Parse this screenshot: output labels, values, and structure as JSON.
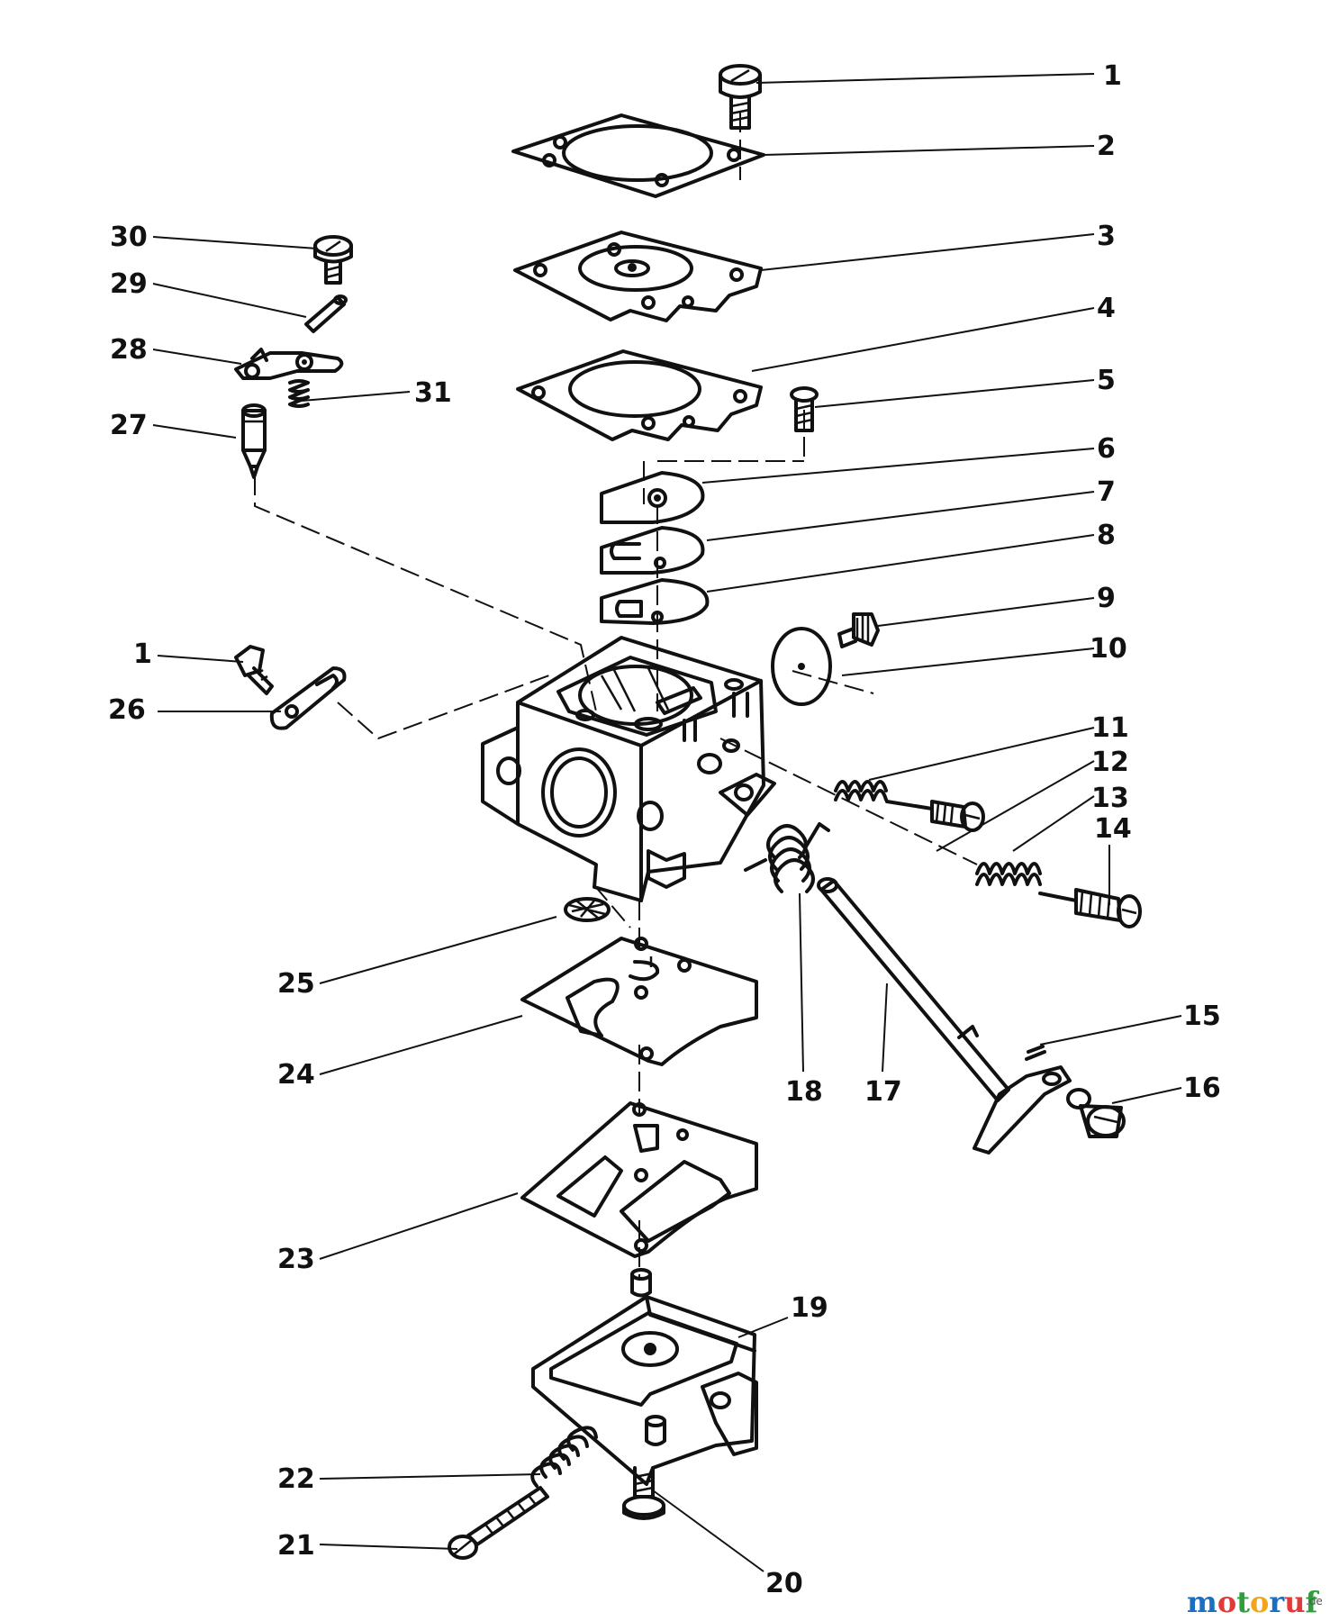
{
  "callouts": {
    "c1a": "1",
    "c2": "2",
    "c3": "3",
    "c4": "4",
    "c5": "5",
    "c6": "6",
    "c7": "7",
    "c8": "8",
    "c9": "9",
    "c10": "10",
    "c11": "11",
    "c12": "12",
    "c13": "13",
    "c14": "14",
    "c15": "15",
    "c16": "16",
    "c17": "17",
    "c18": "18",
    "c19": "19",
    "c20": "20",
    "c21": "21",
    "c22": "22",
    "c23": "23",
    "c24": "24",
    "c25": "25",
    "c26": "26",
    "c27": "27",
    "c28": "28",
    "c29": "29",
    "c30": "30",
    "c31": "31",
    "c1b": "1"
  },
  "watermark": {
    "letters": [
      "m",
      "o",
      "t",
      "o",
      "r",
      "u",
      "f"
    ],
    "letter_colors": [
      "#1a6fc2",
      "#e23a3a",
      "#2e9e3a",
      "#f2a51a",
      "#1a6fc2",
      "#e23a3a",
      "#2e9e3a"
    ],
    "suffix": ".de"
  },
  "colors": {
    "ink": "#111111",
    "paper": "#ffffff"
  }
}
